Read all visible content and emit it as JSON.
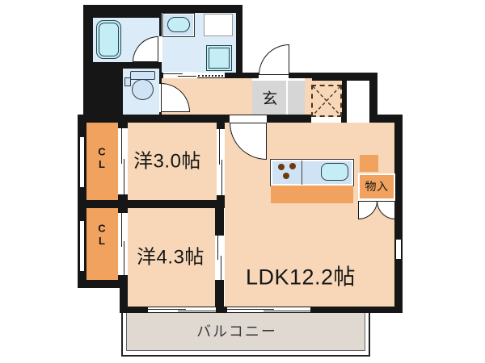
{
  "floorplan": {
    "rooms": {
      "ldk": {
        "label": "LDK12.2帖"
      },
      "bedroom_3_0": {
        "label": "洋3.0帖"
      },
      "bedroom_4_3": {
        "label": "洋4.3帖"
      },
      "closet_upper": {
        "label": "CL"
      },
      "closet_lower": {
        "label": "CL"
      },
      "entrance": {
        "label": "玄"
      },
      "storage": {
        "label": "物入"
      },
      "balcony": {
        "label": "バルコニー"
      }
    },
    "colors": {
      "wall": "#161616",
      "room": "#f7d7b7",
      "accent": "#f0a25e",
      "water": "#dcebf8",
      "fixture-blue": "#cfe3f4",
      "fixture-cyan": "#c4edf6",
      "entry": "#d6d6d6",
      "balcony": "#dfd9d2",
      "page": "#ffffff"
    }
  }
}
